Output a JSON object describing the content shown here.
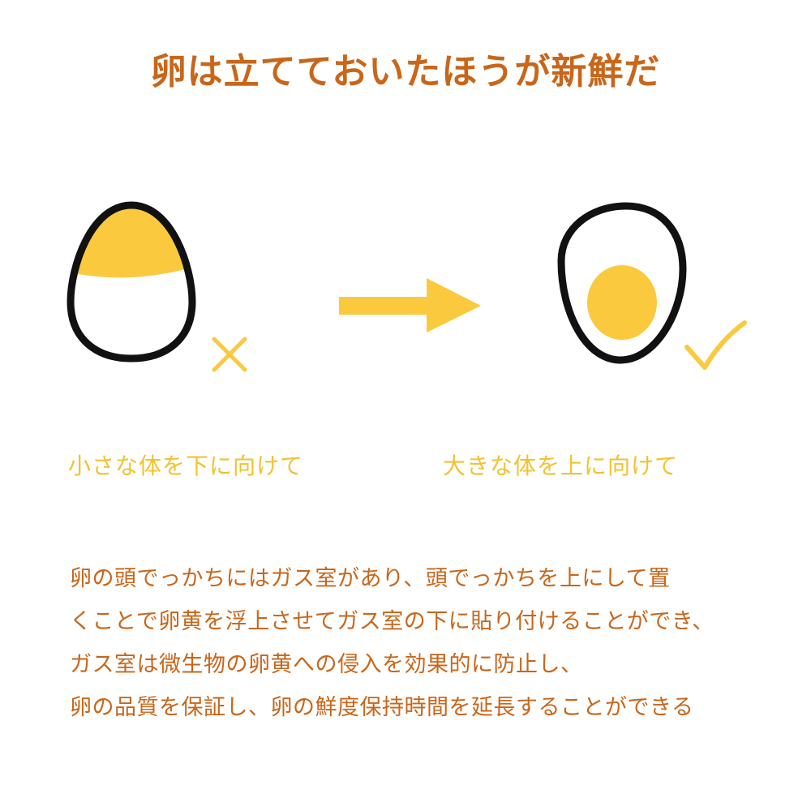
{
  "title": "卵は立てておいたほうが新鮮だ",
  "captions": {
    "wrong": "小さな体を下に向けて",
    "right": "大きな体を上に向けて"
  },
  "description": [
    "卵の頭でっかちにはガス室があり、頭でっかちを上にして置",
    "くことで卵黄を浮上させてガス室の下に貼り付けることができ、",
    "ガス室は微生物の卵黄への侵入を効果的に防止し、",
    "卵の品質を保証し、卵の鮮度保持時間を延長することができる"
  ],
  "colors": {
    "title": "#c8661a",
    "yolk": "#fbc93d",
    "caption": "#f2c230",
    "outline": "#111111"
  },
  "icons": {
    "wrong": "cross-mark-icon",
    "right": "check-mark-icon",
    "arrow": "arrow-right-icon"
  }
}
